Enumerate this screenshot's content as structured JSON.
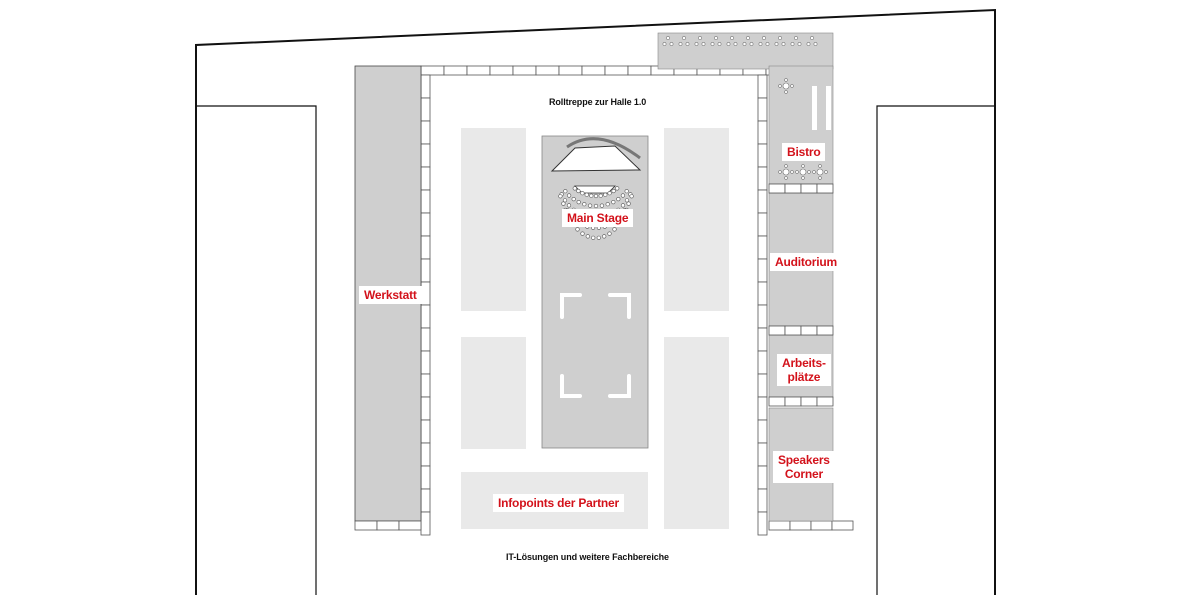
{
  "colors": {
    "label_red": "#d3121b",
    "zone_dark": "#cfcfcf",
    "zone_light": "#e9e9e9",
    "outline": "#111111"
  },
  "annotations": {
    "escalator": "Rolltreppe zur Halle 1.0",
    "bottom_area": "IT-Lösungen und weitere Fachbereiche"
  },
  "zones": {
    "werkstatt": "Werkstatt",
    "main_stage": "Main Stage",
    "infopoints": "Infopoints der Partner",
    "bistro": "Bistro",
    "auditorium": "Auditorium",
    "arbeitsplaetze_1": "Arbeits-",
    "arbeitsplaetze_2": "plätze",
    "speakers_1": "Speakers",
    "speakers_2": "Corner"
  }
}
